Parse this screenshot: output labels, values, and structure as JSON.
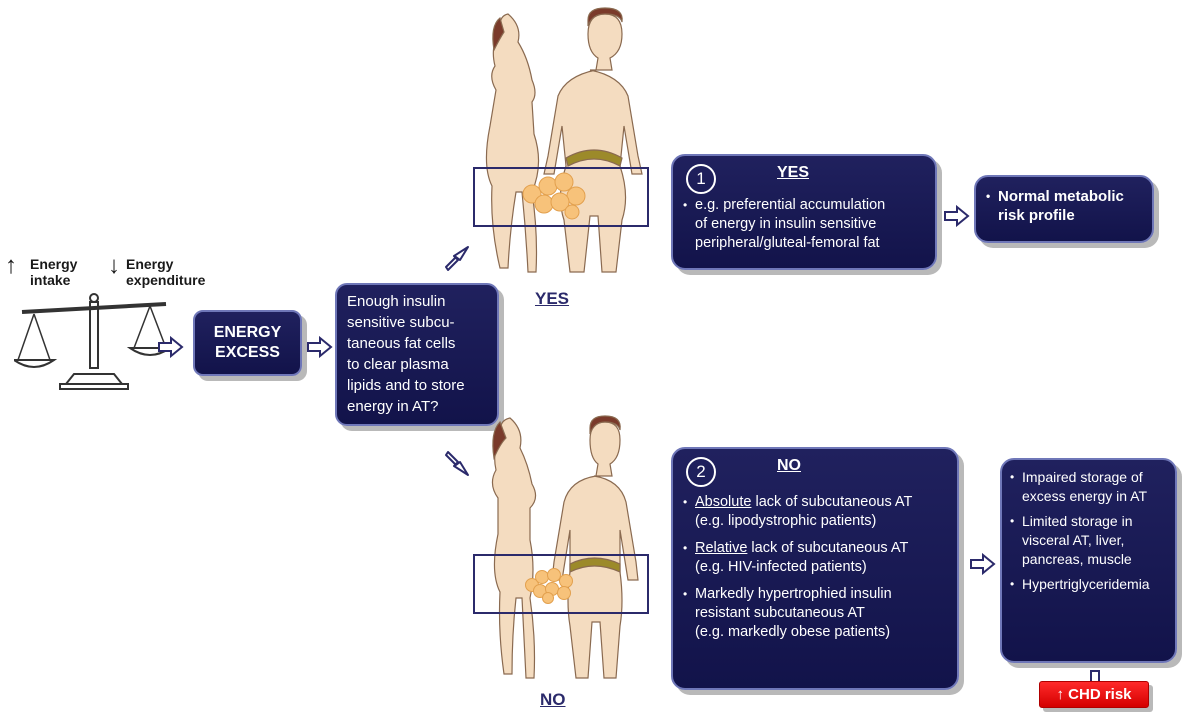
{
  "balance": {
    "intake_arrow": "↑",
    "intake_line1": "Energy",
    "intake_line2": "intake",
    "expend_arrow": "↓",
    "expend_line1": "Energy",
    "expend_line2": "expenditure"
  },
  "energy_excess": {
    "line1": "ENERGY",
    "line2": "EXCESS"
  },
  "question": {
    "lines": [
      "Enough insulin",
      "sensitive subcu-",
      "taneous fat cells",
      "to clear plasma",
      "lipids and to store",
      "energy in AT?"
    ]
  },
  "yes_label": "YES",
  "no_label": "NO",
  "yes_box": {
    "number": "1",
    "heading": "YES",
    "lines": [
      "e.g. preferential accumulation",
      "of energy in insulin sensitive",
      "peripheral/gluteal-femoral fat"
    ]
  },
  "normal_box": {
    "lines": [
      "Normal metabolic",
      "risk profile"
    ]
  },
  "no_box": {
    "number": "2",
    "heading": "NO",
    "item1_under": "Absolute",
    "item1_rest": " lack of subcutaneous AT",
    "item1_sub": "(e.g. lipodystrophic patients)",
    "item2_under": "Relative",
    "item2_rest": " lack of subcutaneous AT",
    "item2_sub": "(e.g. HIV-infected patients)",
    "item3_lines": [
      "Markedly hypertrophied insulin",
      "resistant subcutaneous AT",
      "(e.g. markedly obese patients)"
    ]
  },
  "impaired_box": {
    "item1": [
      "Impaired storage of",
      "excess energy in AT"
    ],
    "item2": [
      "Limited storage in",
      "visceral  AT, liver,",
      "pancreas, muscle"
    ],
    "item3": [
      "Hypertriglyceridemia"
    ]
  },
  "chd": {
    "arrow": "↑",
    "label": "CHD risk"
  },
  "colors": {
    "navy": "#16174f",
    "border": "#6f77b8",
    "arrow": "#2b2a6b",
    "red": "#e60000",
    "skin": "#f4dcc0"
  }
}
